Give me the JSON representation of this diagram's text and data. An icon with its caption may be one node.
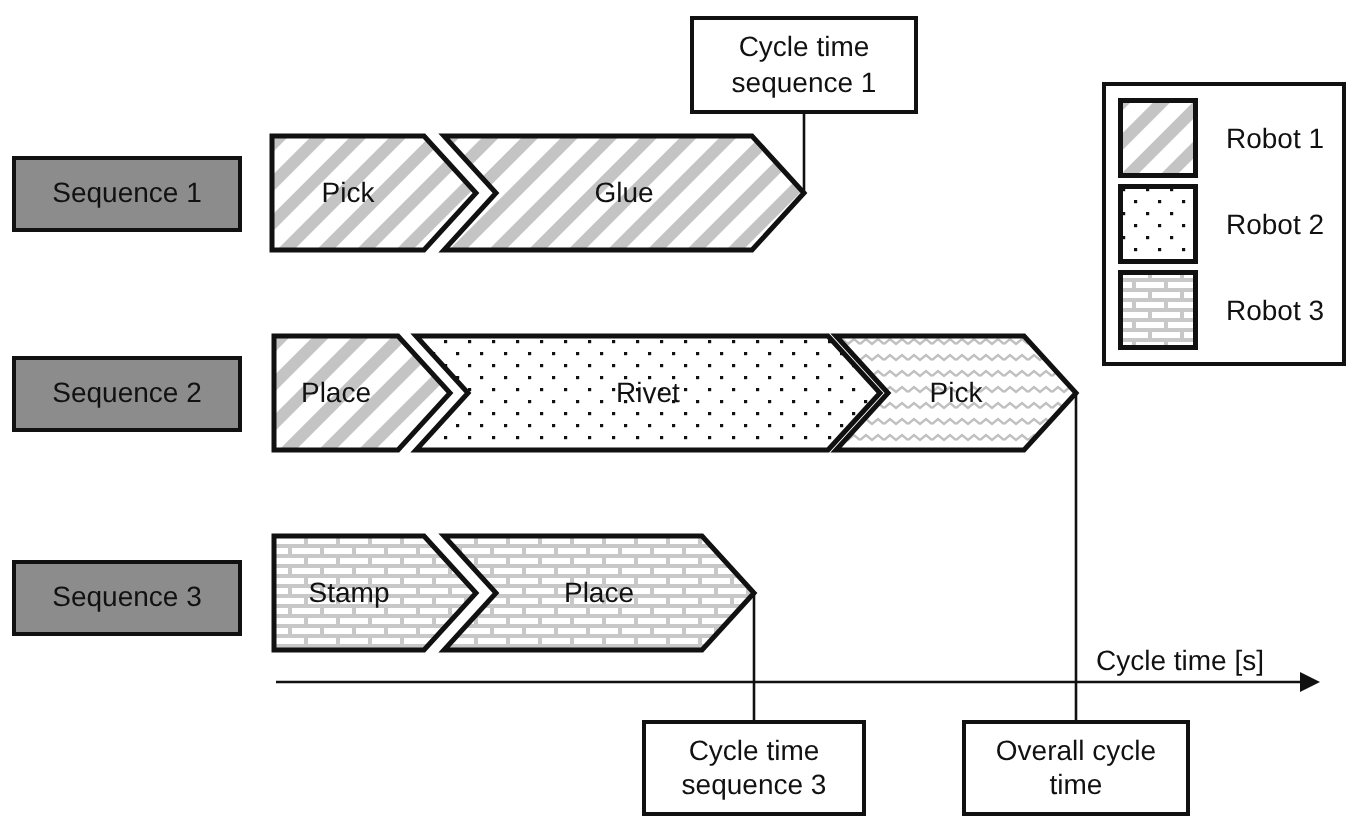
{
  "diagram": {
    "nodes": [
      {
        "text": [
          "Cycle time sequence 1"
        ]
      },
      {
        "text": [
          "Sequence 1"
        ]
      },
      {
        "text": [
          "Pick"
        ]
      },
      {
        "text": [
          "Glue"
        ]
      },
      {
        "text": [
          "Sequence 2"
        ]
      },
      {
        "text": [
          "Place"
        ]
      },
      {
        "text": [
          "Rivet"
        ]
      },
      {
        "text": [
          "Pick"
        ]
      },
      {
        "text": [
          "Sequence 3"
        ]
      },
      {
        "text": [
          "Stamp"
        ]
      },
      {
        "text": [
          "Place"
        ]
      },
      {
        "text": [
          "Cycle time sequence 3"
        ]
      },
      {
        "text": [
          "Overall cycle time"
        ]
      }
    ],
    "edges": [
      {
        "from": 0,
        "to": 3,
        "arrow": "none"
      },
      {
        "from": 11,
        "to": 10,
        "arrow": "none"
      },
      {
        "from": 12,
        "to": 7,
        "arrow": "none"
      }
    ],
    "labels": [
      "Cycle time [s]"
    ],
    "legend": [
      {
        "text": "Robot 1"
      },
      {
        "text": "Robot 2"
      },
      {
        "text": "Robot 3"
      }
    ]
  }
}
